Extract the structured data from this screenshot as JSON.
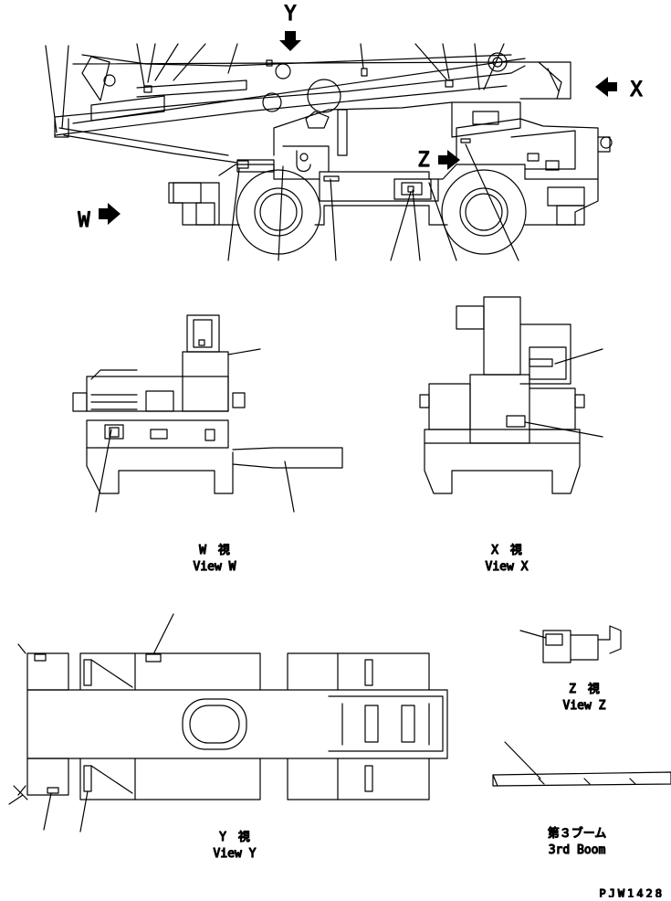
{
  "header": {
    "top_view_arrow_label": "Y"
  },
  "arrows": {
    "x": "X",
    "z": "Z",
    "w": "W"
  },
  "views": {
    "w": {
      "jp": "W　視",
      "en": "View W"
    },
    "x": {
      "jp": "X　視",
      "en": "View X"
    },
    "y": {
      "jp": "Y　視",
      "en": "View Y"
    },
    "z": {
      "jp": "Z　視",
      "en": "View Z"
    },
    "boom": {
      "jp": "第３ブーム",
      "en": "3rd Boom"
    }
  },
  "drawing_code": "PJW1428"
}
